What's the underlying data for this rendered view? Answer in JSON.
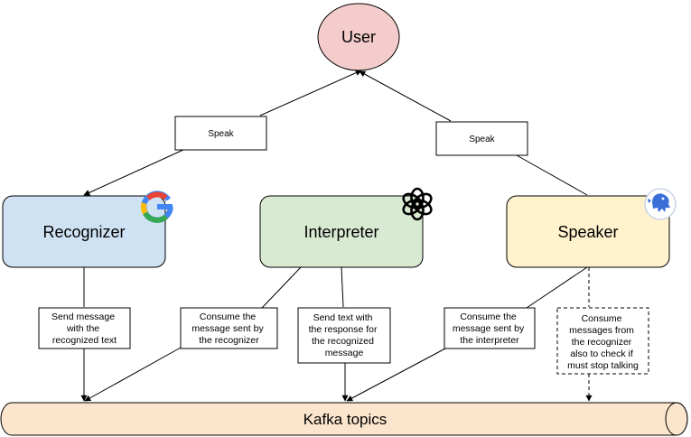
{
  "nodes": {
    "user": {
      "label": "User",
      "fill": "#f4cccc"
    },
    "recognizer": {
      "label": "Recognizer",
      "fill": "#cfe2f3"
    },
    "interpreter": {
      "label": "Interpreter",
      "fill": "#d9ead3"
    },
    "speaker": {
      "label": "Speaker",
      "fill": "#fff2cc"
    }
  },
  "kafka": {
    "label": "Kafka topics",
    "fill": "#fce5cd"
  },
  "edges": {
    "speak_left": "Speak",
    "speak_right": "Speak",
    "recognizer_send": [
      "Send message",
      "with the",
      "recognized text"
    ],
    "interpreter_consume": [
      "Consume the",
      "message sent by",
      "the recognizer"
    ],
    "interpreter_send": [
      "Send  text with",
      "the response for",
      "the recognized",
      "message"
    ],
    "speaker_consume": [
      "Consume the",
      "message sent by",
      "the interpreter"
    ],
    "speaker_check": [
      "Consume",
      "messages from",
      "the recognizer",
      "also to check if",
      "must stop talking"
    ]
  },
  "icons": {
    "recognizer": "google-logo-icon",
    "interpreter": "openai-logo-icon",
    "speaker": "speaker-mascot-icon"
  }
}
